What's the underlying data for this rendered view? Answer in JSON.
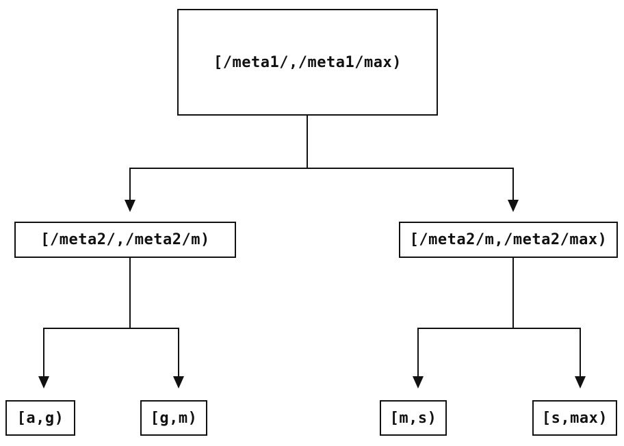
{
  "diagram": {
    "type": "tree",
    "background_color": "#ffffff",
    "line_color": "#111111",
    "text_color": "#111111",
    "nodes": {
      "root": {
        "label": "[/meta1/,/meta1/max)"
      },
      "left_child": {
        "label": "[/meta2/,/meta2/m)"
      },
      "right_child": {
        "label": "[/meta2/m,/meta2/max)"
      },
      "leaf_ag": {
        "label": "[a,g)"
      },
      "leaf_gm": {
        "label": "[g,m)"
      },
      "leaf_ms": {
        "label": "[m,s)"
      },
      "leaf_smax": {
        "label": "[s,max)"
      }
    },
    "edges": [
      {
        "from": "root",
        "to": "left_child"
      },
      {
        "from": "root",
        "to": "right_child"
      },
      {
        "from": "left_child",
        "to": "leaf_ag"
      },
      {
        "from": "left_child",
        "to": "leaf_gm"
      },
      {
        "from": "right_child",
        "to": "leaf_ms"
      },
      {
        "from": "right_child",
        "to": "leaf_smax"
      }
    ]
  }
}
